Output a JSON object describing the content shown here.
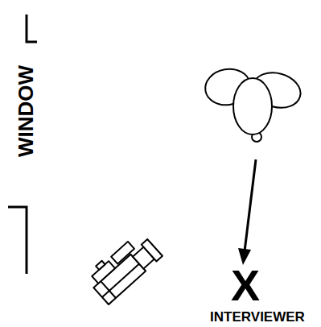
{
  "diagram": {
    "labels": [
      "WINDOW",
      "X",
      "INTERVIEWER"
    ]
  }
}
